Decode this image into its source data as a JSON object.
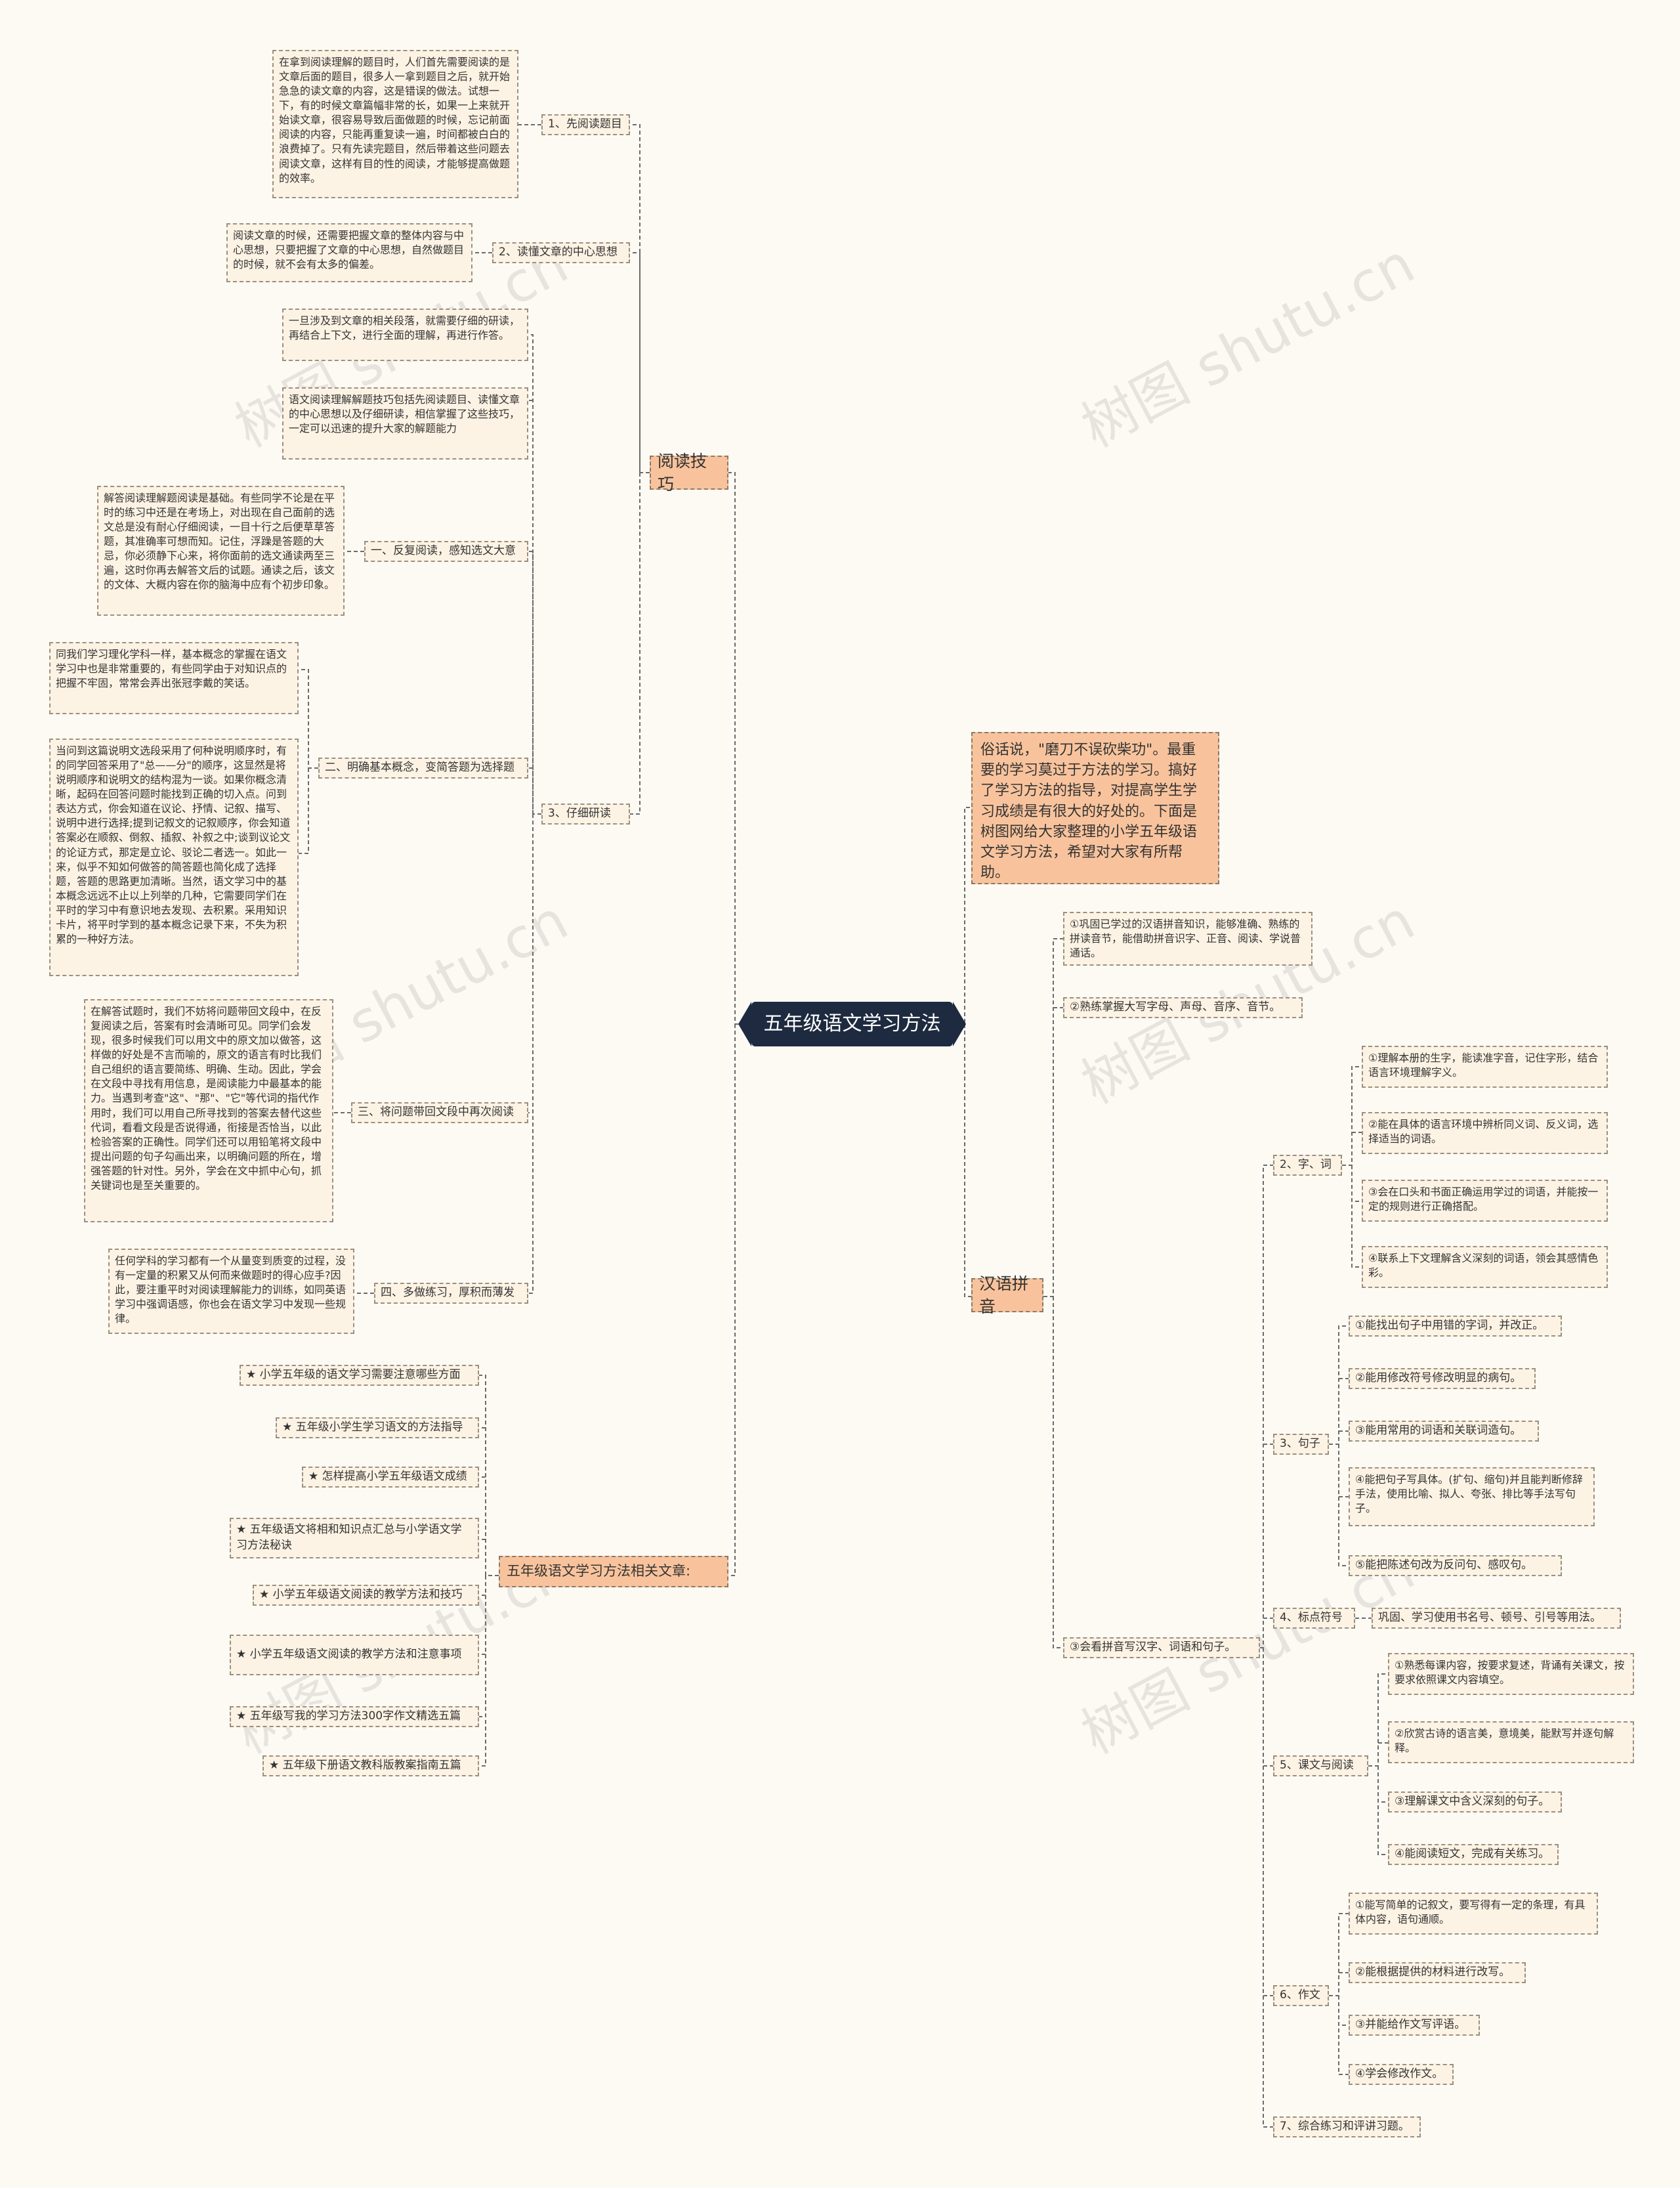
{
  "watermark": "树图 shutu.cn",
  "root": "五年级语文学习方法",
  "intro": "俗话说，\"磨刀不误砍柴功\"。最重要的学习莫过于方法的学习。搞好了学习方法的指导，对提高学生学习成绩是有很大的好处的。下面是树图网给大家整理的小学五年级语文学习方法，希望对大家有所帮助。",
  "reading": {
    "label": "阅读技巧",
    "first_read": {
      "label": "1、先阅读题目",
      "text": "在拿到阅读理解的题目时，人们首先需要阅读的是文章后面的题目，很多人一拿到题目之后，就开始急急的读文章的内容，这是错误的做法。试想一下，有的时候文章篇幅非常的长，如果一上来就开始读文章，很容易导致后面做题的时候，忘记前面阅读的内容，只能再重复读一遍，时间都被白白的浪费掉了。只有先读完题目，然后带着这些问题去阅读文章，这样有目的性的阅读，才能够提高做题的效率。"
    },
    "main_idea": {
      "label": "2、读懂文章的中心思想",
      "text": "阅读文章的时候，还需要把握文章的整体内容与中心思想，只要把握了文章的中心思想，自然做题目的时候，就不会有太多的偏差。"
    },
    "careful": {
      "label": "3、仔细研读",
      "text_a": "一旦涉及到文章的相关段落，就需要仔细的研读，再结合上下文，进行全面的理解，再进行作答。",
      "text_b": "语文阅读理解解题技巧包括先阅读题目、读懂文章的中心思想以及仔细研读，相信掌握了这些技巧，一定可以迅速的提升大家的解题能力",
      "sub1": {
        "label": "一、反复阅读，感知选文大意",
        "text": "解答阅读理解题阅读是基础。有些同学不论是在平时的练习中还是在考场上，对出现在自己面前的选文总是没有耐心仔细阅读，一目十行之后便草草答题，其准确率可想而知。记住，浮躁是答题的大忌，你必须静下心来，将你面前的选文通读两至三遍，这时你再去解答文后的试题。通读之后，该文的文体、大概内容在你的脑海中应有个初步印象。"
      },
      "sub2": {
        "label": "二、明确基本概念，变简答题为选择题",
        "text_a": "同我们学习理化学科一样，基本概念的掌握在语文学习中也是非常重要的，有些同学由于对知识点的把握不牢固，常常会弄出张冠李戴的笑话。",
        "text_b": "当问到这篇说明文选段采用了何种说明顺序时，有的同学回答采用了\"总——分\"的顺序，这显然是将说明顺序和说明文的结构混为一谈。如果你概念清晰，起码在回答问题时能找到正确的切入点。问到表达方式，你会知道在议论、抒情、记叙、描写、说明中进行选择;提到记叙文的记叙顺序，你会知道答案必在顺叙、倒叙、插叙、补叙之中;谈到议论文的论证方式，那定是立论、驳论二者选一。如此一来，似乎不知如何做答的简答题也简化成了选择题，答题的思路更加清晰。当然，语文学习中的基本概念远远不止以上列举的几种，它需要同学们在平时的学习中有意识地去发现、去积累。采用知识卡片，将平时学到的基本概念记录下来，不失为积累的一种好方法。"
      },
      "sub3": {
        "label": "三、将问题带回文段中再次阅读",
        "text": "在解答试题时，我们不妨将问题带回文段中，在反复阅读之后，答案有时会清晰可见。同学们会发现，很多时候我们可以用文中的原文加以做答，这样做的好处是不言而喻的，原文的语言有时比我们自己组织的语言要简练、明确、生动。因此，学会在文段中寻找有用信息，是阅读能力中最基本的能力。当遇到考查\"这\"、\"那\"、\"它\"等代词的指代作用时，我们可以用自己所寻找到的答案去替代这些代词，看看文段是否说得通，衔接是否恰当，以此检验答案的正确性。同学们还可以用铅笔将文段中提出问题的句子勾画出来，以明确问题的所在，增强答题的针对性。另外，学会在文中抓中心句，抓关键词也是至关重要的。"
      },
      "sub4": {
        "label": "四、多做练习，厚积而薄发",
        "text": "任何学科的学习都有一个从量变到质变的过程，没有一定量的积累又从何而来做题时的得心应手?因此，要注重平时对阅读理解能力的训练，如同英语学习中强调语感，你也会在语文学习中发现一些规律。"
      }
    }
  },
  "articles": {
    "label": "五年级语文学习方法相关文章:",
    "items": [
      "★ 小学五年级的语文学习需要注意哪些方面",
      "★ 五年级小学生学习语文的方法指导",
      "★ 怎样提高小学五年级语文成绩",
      "★ 五年级语文将相和知识点汇总与小学语文学习方法秘诀",
      "★ 小学五年级语文阅读的教学方法和技巧",
      "★ 小学五年级语文阅读的教学方法和注意事项",
      "★ 五年级写我的学习方法300字作文精选五篇",
      "★ 五年级下册语文教科版教案指南五篇"
    ]
  },
  "pinyin": {
    "label": "汉语拼音",
    "p1": "①巩固已学过的汉语拼音知识，能够准确、熟练的拼读音节，能借助拼音识字、正音、阅读、学说普通话。",
    "p2": "②熟练掌握大写字母、声母、音序、音节。",
    "p3": "③会看拼音写汉字、词语和句子。",
    "words": {
      "label": "2、字、词",
      "items": [
        "①理解本册的生字，能读准字音，记住字形，结合语言环境理解字义。",
        "②能在具体的语言环境中辨析同义词、反义词，选择适当的词语。",
        "③会在口头和书面正确运用学过的词语，并能按一定的规则进行正确搭配。",
        "④联系上下文理解含义深刻的词语，领会其感情色彩。"
      ]
    },
    "sentences": {
      "label": "3、句子",
      "items": [
        "①能找出句子中用错的字词，并改正。",
        "②能用修改符号修改明显的病句。",
        "③能用常用的词语和关联词造句。",
        "④能把句子写具体。(扩句、缩句)并且能判断修辞手法，使用比喻、拟人、夸张、排比等手法写句子。",
        "⑤能把陈述句改为反问句、感叹句。"
      ]
    },
    "punct": {
      "label": "4、标点符号",
      "text": "巩固、学习使用书名号、顿号、引号等用法。"
    },
    "text_reading": {
      "label": "5、课文与阅读",
      "items": [
        "①熟悉每课内容，按要求复述，背诵有关课文，按要求依照课文内容填空。",
        "②欣赏古诗的语言美，意境美，能默写并逐句解释。",
        "③理解课文中含义深刻的句子。",
        "④能阅读短文，完成有关练习。"
      ]
    },
    "composition": {
      "label": "6、作文",
      "items": [
        "①能写简单的记叙文，要写得有一定的条理，有具体内容，语句通顺。",
        "②能根据提供的材料进行改写。",
        "③并能给作文写评语。",
        "④学会修改作文。"
      ]
    },
    "practice": "7、综合练习和评讲习题。"
  }
}
